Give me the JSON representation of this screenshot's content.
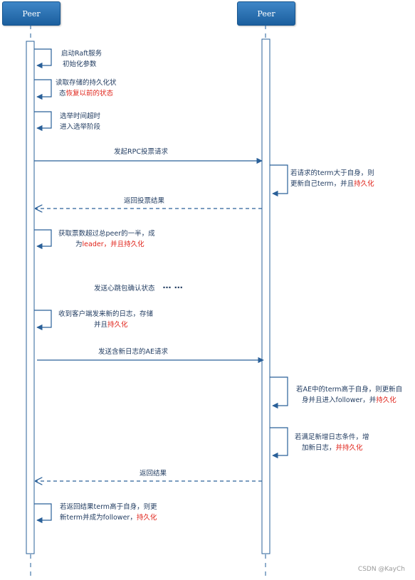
{
  "participants": [
    "Peer",
    "Peer"
  ],
  "notes": {
    "n1_l1": "启动Raft服务",
    "n1_l2": "初始化参数",
    "n2_l1": "读取存储的持久化状",
    "n2_l2a": "态",
    "n2_l2b": "恢复以前的状态",
    "n3_l1": "选举时间超时",
    "n3_l2": "进入选举阶段",
    "n4_l1": "若请求的term大于自身，则",
    "n4_l2a": "更新自己term，并且",
    "n4_l2b": "持久化",
    "n5_l1": "获取票数超过总peer的一半，成",
    "n5_l2a": "为",
    "n5_l2b": "leader，并且持久化",
    "n6_l1": "收到客户端发来新的日志，存储",
    "n6_l2a": "并且",
    "n6_l2b": "持久化",
    "n7_l1": "若AE中的term高于自身，则更新自",
    "n7_l2a": "身并且进入follower，并",
    "n7_l2b": "持久化",
    "n8_l1": "若满足新增日志条件，增",
    "n8_l2a": "加新日志，",
    "n8_l2b": "并持久化",
    "n9_l1": "若返回结果term高于自身，则更",
    "n9_l2a": "新term并成为follower，",
    "n9_l2b": "持久化"
  },
  "messages": {
    "m1": "发起RPC投票请求",
    "m2": "返回投票结果",
    "m3": "发送心跳包确认状态",
    "m3_dots": "⋯ ⋯",
    "m4": "发送含新日志的AE请求",
    "m5": "返回结果"
  },
  "watermark": "CSDN @KayCh",
  "colors": {
    "lifeline": "#1f5c99",
    "participant_fill": "#2b73b8",
    "highlight": "#e0241b",
    "arrow": "#2a6099"
  }
}
